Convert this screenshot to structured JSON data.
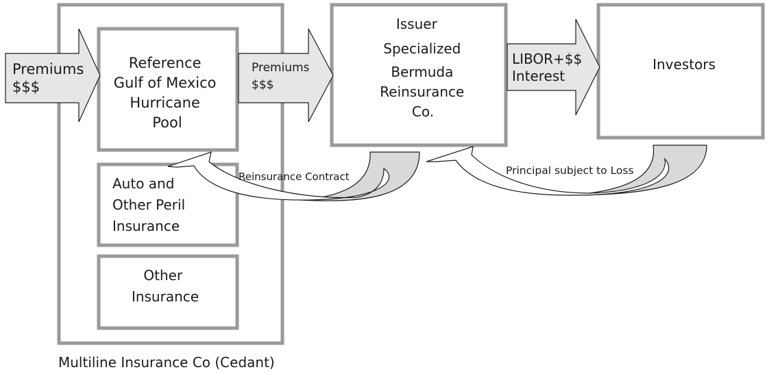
{
  "nodes": {
    "cedant": {
      "label": "Multiline Insurance Co (Cedant)"
    },
    "reference_pool": {
      "lines": [
        "Reference",
        "Gulf of Mexico",
        "Hurricane",
        "Pool"
      ]
    },
    "auto_peril": {
      "lines": [
        "Auto and",
        "Other Peril",
        "Insurance"
      ]
    },
    "other_insurance": {
      "lines": [
        "Other",
        "Insurance"
      ]
    },
    "issuer": {
      "lines": [
        "Issuer",
        "Specialized",
        "Bermuda",
        "Reinsurance",
        "Co."
      ]
    },
    "investors": {
      "lines": [
        "Investors"
      ]
    }
  },
  "arrows": {
    "premiums_in": {
      "lines": [
        "Premiums",
        "$$$"
      ]
    },
    "premiums_to_issuer": {
      "lines": [
        "Premiums",
        "$$$"
      ]
    },
    "libor_interest": {
      "lines": [
        "LIBOR+$$",
        "Interest"
      ]
    }
  },
  "flows": {
    "reinsurance_contract": {
      "label": "Reinsurance Contract"
    },
    "principal_loss": {
      "label": "Principal subject to Loss"
    }
  },
  "colors": {
    "box_border": "#9a9a9a",
    "arrow_fill": "#e6e6e6",
    "curve_fill": "#d9d9d9",
    "text": "#1a1a1a"
  }
}
